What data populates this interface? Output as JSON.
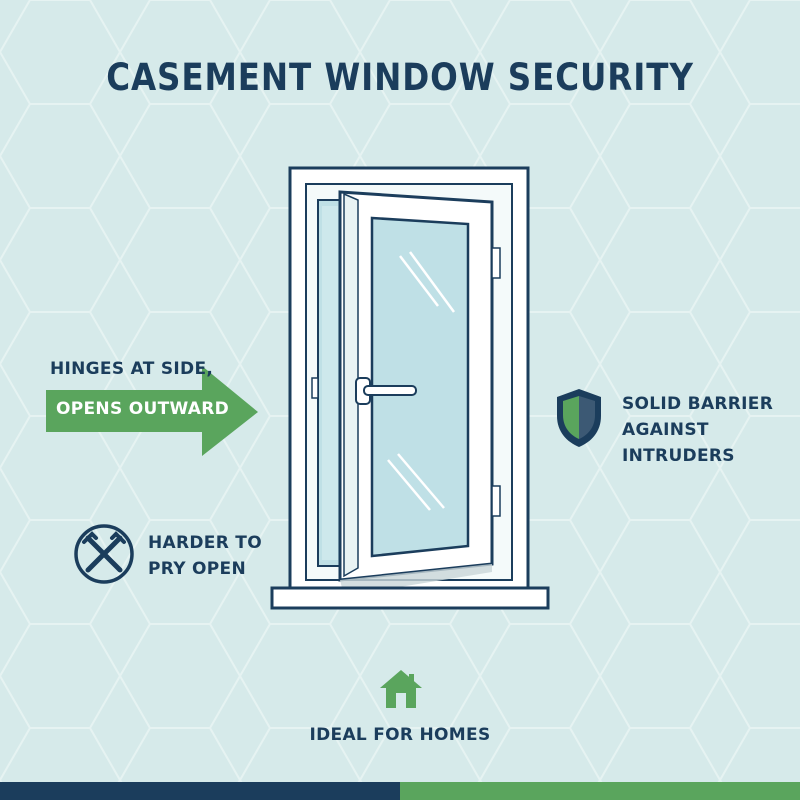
{
  "title": "CASEMENT WINDOW SECURITY",
  "callouts": {
    "hinges_line1": "HINGES AT SIDE,",
    "hinges_line2": "OPENS OUTWARD",
    "barrier_line1": "SOLID BARRIER",
    "barrier_line2": "AGAINST",
    "barrier_line3": "INTRUDERS",
    "pry_line1": "HARDER TO",
    "pry_line2": "PRY OPEN",
    "homes": "IDEAL FOR HOMES"
  },
  "icons": {
    "arrow": "arrow-right-icon",
    "shield": "shield-icon",
    "pry": "no-pry-tools-icon",
    "home": "house-icon"
  },
  "colors": {
    "navy": "#1b3d5c",
    "green": "#5aa55d",
    "background": "#d6eaea",
    "glass": "#bfe0e6"
  }
}
